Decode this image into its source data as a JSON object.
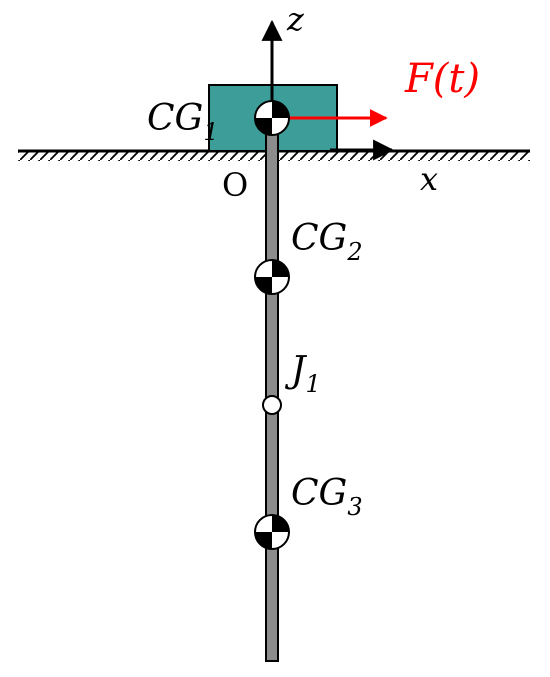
{
  "labels": {
    "z_axis": "z",
    "x_axis": "x",
    "origin": "O",
    "force": "F(t)",
    "cg1_main": "CG",
    "cg1_sub": "1",
    "cg2_main": "CG",
    "cg2_sub": "2",
    "cg3_main": "CG",
    "cg3_sub": "3",
    "joint_main": "J",
    "joint_sub": "1"
  },
  "colors": {
    "cart_fill": "#3d9d99",
    "rod": "#8c8c8c",
    "force": "#ff0000",
    "ink": "#000000"
  }
}
